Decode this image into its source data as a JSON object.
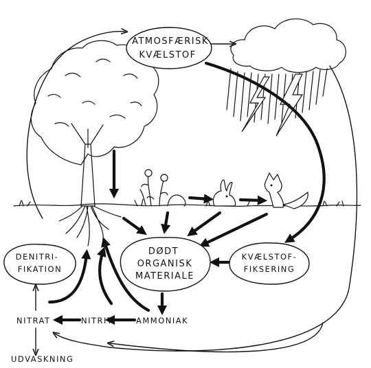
{
  "diagram": {
    "nodes": {
      "atmosphere": [
        "ATMOSFÆRISK",
        "KVÆLSTOF"
      ],
      "dead_matter": [
        "DØDT",
        "ORGANISK",
        "MATERIALE"
      ],
      "fixation": [
        "KVÆLSTOF-",
        "FIKSERING"
      ],
      "denitrification": [
        "DENITRI-",
        "FIKATION"
      ],
      "nitrate": "NITRAT",
      "nitrite": "NITRIT",
      "ammonium": "AMMONIAK",
      "leaching": "UDVASKNING"
    },
    "illustrations": [
      "tree-with-roots",
      "thundercloud",
      "lightning",
      "flowers",
      "grass",
      "rabbit",
      "fox",
      "ground-line"
    ],
    "ink_color": "#111111"
  }
}
